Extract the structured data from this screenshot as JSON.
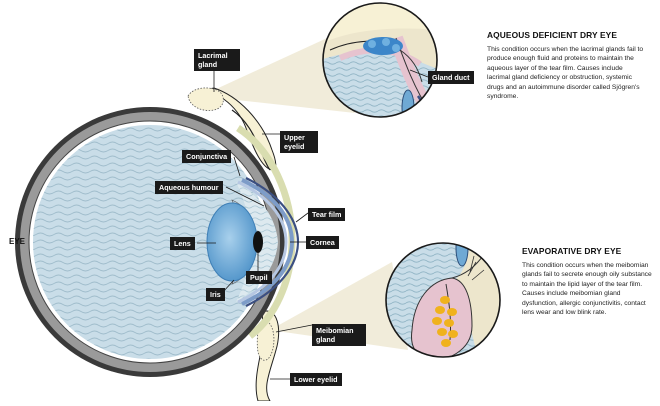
{
  "labels": {
    "eye": "EYE",
    "lacrimal_gland": "Lacrimal gland",
    "upper_eyelid": "Upper eyelid",
    "conjunctiva": "Conjunctiva",
    "aqueous_humour": "Aqueous humour",
    "tear_film": "Tear film",
    "lens": "Lens",
    "cornea": "Cornea",
    "pupil": "Pupil",
    "iris": "Iris",
    "meibomian_gland": "Meibomian gland",
    "lower_eyelid": "Lower eyelid",
    "gland_duct": "Gland duct"
  },
  "aqueous_deficient": {
    "title": "AQUEOUS DEFICIENT DRY EYE",
    "text": "This condition occurs when the lacrimal glands fail to produce enough fluid and proteins to maintain the aqueous layer of the tear film. Causes include lacrimal gland deficiency or obstruction, systemic drugs and an autoimmune disorder called Sjögren's syndrome."
  },
  "evaporative": {
    "title": "EVAPORATIVE DRY EYE",
    "text": "This condition occurs when the meibomian glands fail to secrete enough oily substance to maintain the lipid layer of the tear film. Causes include meibomian gland dysfunction, allergic conjunctivitis, contact lens wear and low blink rate."
  },
  "colors": {
    "sclera_outer": "#3a3a3a",
    "sclera_grey": "#9a9a9a",
    "vitreous": "#c9dde8",
    "wave": "#9fbccb",
    "lens": "#6fa9d4",
    "cornea_band": "#5f7fae",
    "conjunctiva": "#d9ddb0",
    "lid_skin": "#f7f1d5",
    "lacrimal_gland": "#3c86c9",
    "meibomian_gland": "#f0b21d",
    "pink_tissue": "#e6c3cf",
    "inset_shade": "#ede6cc"
  }
}
